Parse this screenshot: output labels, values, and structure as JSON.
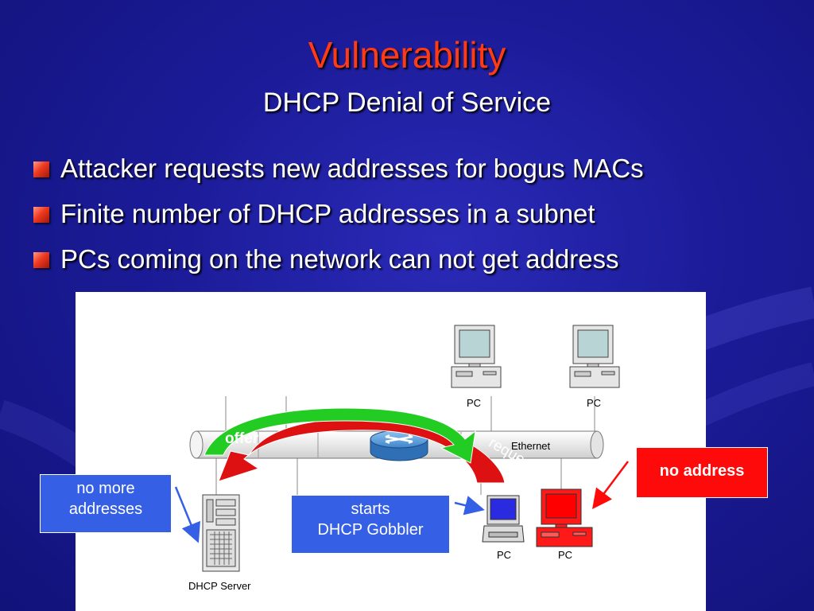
{
  "slide": {
    "title": "Vulnerability",
    "subtitle": "DHCP Denial of Service",
    "bullets": [
      "Attacker requests new addresses for bogus MACs",
      "Finite number of DHCP addresses in a subnet",
      "PCs coming on the network can not get address"
    ]
  },
  "diagram": {
    "network_label": "Ethernet",
    "arrow_offer_label": "offer",
    "arrow_request_label": "request",
    "pc_top_left_label": "PC",
    "pc_top_right_label": "PC",
    "pc_attacker_label": "PC",
    "pc_victim_label": "PC",
    "server_label": "DHCP Server"
  },
  "callouts": {
    "no_more_line1": "no more",
    "no_more_line2": "addresses",
    "starts_line1": "starts",
    "starts_line2": "DHCP Gobbler",
    "no_address": "no address"
  },
  "colors": {
    "title": "#ff3a14",
    "background": "#1b1b98",
    "callout_blue": "#3560e6",
    "callout_red": "#ff0a0a",
    "offer_arrow": "#22cc22",
    "request_arrow": "#dd1111"
  }
}
